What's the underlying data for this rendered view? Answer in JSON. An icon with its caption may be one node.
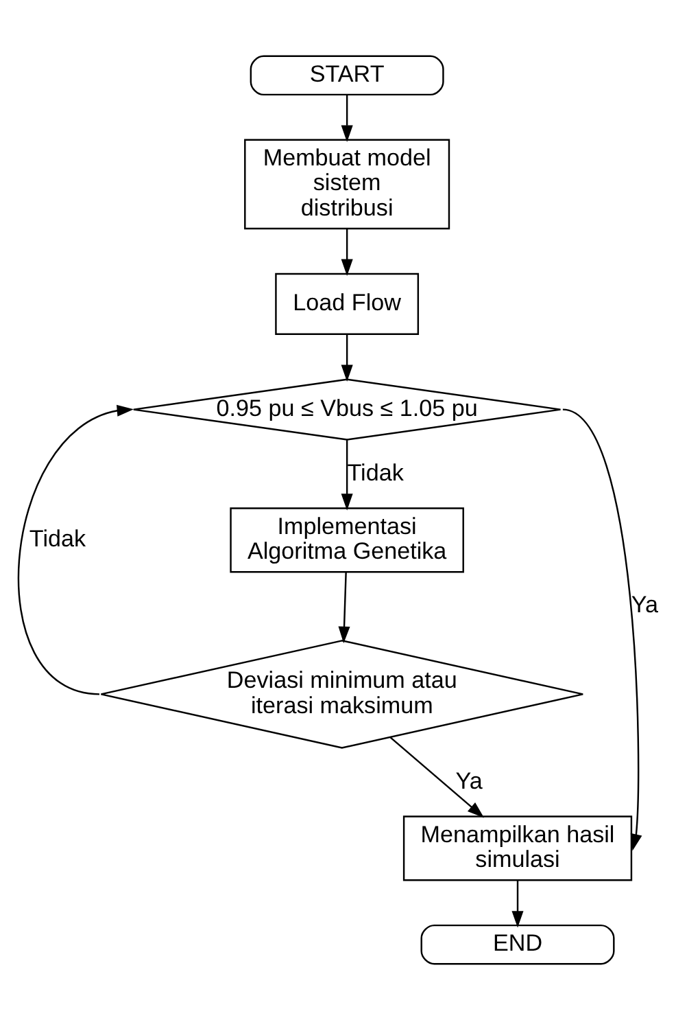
{
  "diagram": {
    "nodes": [
      {
        "text": [
          "START"
        ]
      },
      {
        "text": [
          "Membuat model sistem distribusi"
        ]
      },
      {
        "text": [
          "Load Flow"
        ]
      },
      {
        "text": [
          "0.95 pu ≤ Vbus ≤ 1.05 pu"
        ]
      },
      {
        "text": [
          "Implementasi Algoritma Genetika"
        ]
      },
      {
        "text": [
          "Deviasi minimum atau iterasi maksimum"
        ]
      },
      {
        "text": [
          "Menampilkan hasil simulasi"
        ]
      },
      {
        "text": [
          "END"
        ]
      }
    ],
    "edges": [
      {
        "from": 0,
        "to": 1,
        "arrow": "to"
      },
      {
        "from": 1,
        "to": 2,
        "arrow": "to"
      },
      {
        "from": 2,
        "to": 3,
        "arrow": "to"
      },
      {
        "from": 3,
        "to": 4,
        "arrow": "to",
        "label": "Tidak"
      },
      {
        "from": 4,
        "to": 5,
        "arrow": "to"
      },
      {
        "from": 5,
        "to": 3,
        "arrow": "to",
        "label": "Tidak"
      },
      {
        "from": 5,
        "to": 6,
        "arrow": "to",
        "label": "Ya"
      },
      {
        "from": 3,
        "to": 6,
        "arrow": "to",
        "label": "Ya"
      },
      {
        "from": 6,
        "to": 7,
        "arrow": "to"
      }
    ]
  }
}
